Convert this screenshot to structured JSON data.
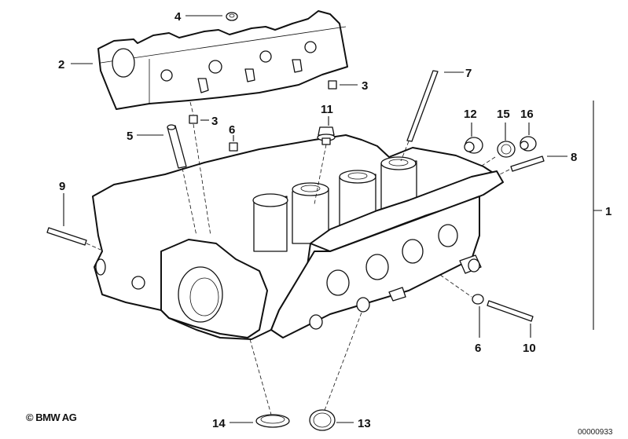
{
  "diagram": {
    "title": "Cylinder head assembly",
    "copyright": "© BMW AG",
    "document_number": "00000933",
    "callouts": [
      {
        "id": "1",
        "label": "1",
        "part": "cylinder-head-assembly"
      },
      {
        "id": "2",
        "label": "2",
        "part": "camshaft-bearing-cover"
      },
      {
        "id": "3a",
        "label": "3",
        "part": "dowel-sleeve"
      },
      {
        "id": "3b",
        "label": "3",
        "part": "dowel-sleeve"
      },
      {
        "id": "4",
        "label": "4",
        "part": "nut"
      },
      {
        "id": "5",
        "label": "5",
        "part": "valve-guide"
      },
      {
        "id": "6a",
        "label": "6",
        "part": "dowel-sleeve"
      },
      {
        "id": "6b",
        "label": "6",
        "part": "dowel-sleeve"
      },
      {
        "id": "7",
        "label": "7",
        "part": "stud-bolt-long"
      },
      {
        "id": "8",
        "label": "8",
        "part": "stud-bolt"
      },
      {
        "id": "9",
        "label": "9",
        "part": "stud-bolt"
      },
      {
        "id": "10",
        "label": "10",
        "part": "stud-bolt"
      },
      {
        "id": "11",
        "label": "11",
        "part": "screw-plug"
      },
      {
        "id": "12",
        "label": "12",
        "part": "screw-plug"
      },
      {
        "id": "13",
        "label": "13",
        "part": "sealing-ring"
      },
      {
        "id": "14",
        "label": "14",
        "part": "sealing-ring"
      },
      {
        "id": "15",
        "label": "15",
        "part": "gasket-ring"
      },
      {
        "id": "16",
        "label": "16",
        "part": "screw-plug"
      }
    ]
  }
}
